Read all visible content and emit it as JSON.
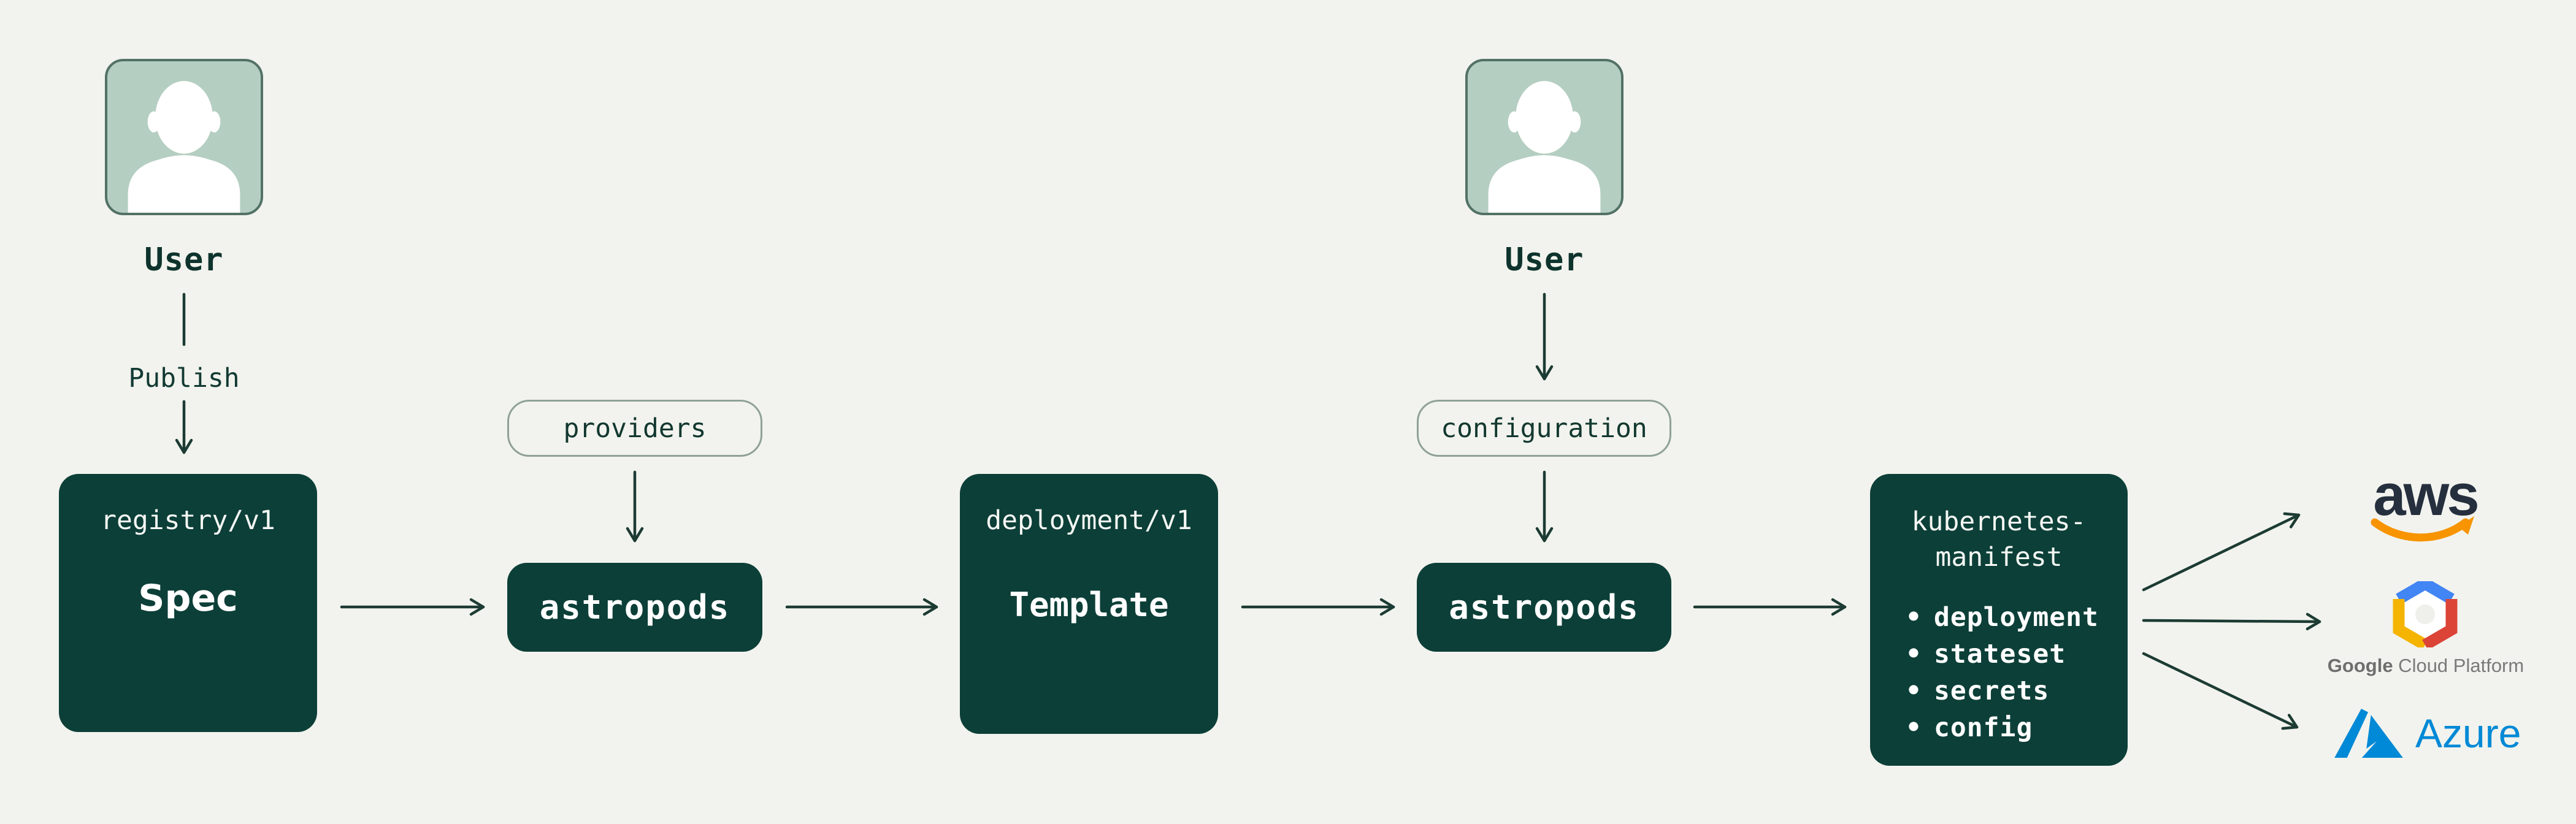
{
  "diagram": {
    "background": "#F2F3EE",
    "box_color": "#0C3F38",
    "line_color": "#1C3B33",
    "avatar_fill": "#B5CEC2",
    "avatar_border": "#527265",
    "pill_border": "#8FA198",
    "users": [
      {
        "label": "User"
      },
      {
        "label": "User"
      }
    ],
    "edge_labels": {
      "publish": "Publish"
    },
    "pills": [
      {
        "label": "providers"
      },
      {
        "label": "configuration"
      }
    ],
    "boxes": {
      "registry": {
        "header": "registry/v1",
        "title": "Spec"
      },
      "astropods1": {
        "label": "astropods"
      },
      "deployment": {
        "header": "deployment/v1",
        "title": "Template"
      },
      "astropods2": {
        "label": "astropods"
      },
      "manifest": {
        "header_line1": "kubernetes-",
        "header_line2": "manifest",
        "bullet": "•",
        "items": [
          "deployment",
          "stateset",
          "secrets",
          "config"
        ]
      }
    },
    "logos": {
      "aws": {
        "label": "aws",
        "text_color": "#252F3E",
        "smile_color": "#F79400"
      },
      "gcp": {
        "brand": "Google",
        "rest": " Cloud Platform",
        "text_color": "#757575",
        "blue": "#4285F4",
        "yellow": "#F4B400",
        "red": "#DB4437"
      },
      "azure": {
        "label": "Azure",
        "color": "#0089D6"
      }
    }
  }
}
